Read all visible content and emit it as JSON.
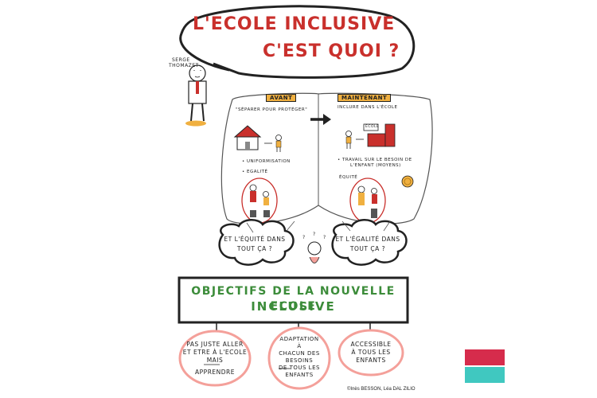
{
  "bubble": {
    "line1": "L'ECOLE INCLUSIVE",
    "line2": "C'EST QUOI ?"
  },
  "person": {
    "name_line1": "SERGE",
    "name_line2": "THOMAZET"
  },
  "before": {
    "label": "AVANT",
    "subtitle": "\"SÉPARER POUR PROTÉGER\"",
    "bullet1": "• UNIFORMISATION",
    "bullet2": "• EGALITÉ"
  },
  "now": {
    "label": "MAINTENANT",
    "subtitle": "INCLURE DANS L'ÉCOLE",
    "school_sign": "ÉCOLE",
    "bullet1_line1": "• TRAVAIL SUR LE BESOIN DE",
    "bullet1_line2": "L'ENFANT (MOYENS)",
    "bullet2": "ÉQUITÉ"
  },
  "clouds": {
    "left_line1": "ET L'ÉQUITÉ DANS",
    "left_line2": "TOUT ÇA ?",
    "right_line1": "ET L'ÉGALITÉ DANS",
    "right_line2": "TOUT ÇA ?"
  },
  "objectives": {
    "line1": "OBJECTIFS DE LA NOUVELLE ECOLE",
    "line2": "INCLUSIVE"
  },
  "circles": {
    "c1_l1": "PAS JUSTE ALLER",
    "c1_l2": "ET ETRE À L'ECOLE",
    "c1_l3": "MAIS",
    "c1_l4": "APPRENDRE",
    "c2_l1": "ADAPTATION",
    "c2_l2": "À",
    "c2_l3": "CHACUN DES",
    "c2_l4": "BESOINS",
    "c2_l5": "DE TOUS LES",
    "c2_l6": "ENFANTS",
    "c3_l1": "ACCESSIBLE",
    "c3_l2": "À TOUS LES",
    "c3_l3": "ENFANTS"
  },
  "credit": "©Inès BESSON, Léa DAL ZILIO",
  "colors": {
    "red": "#c9302c",
    "green": "#3c8c3a",
    "orange": "#f0b040",
    "pink_circle": "#f4a09a",
    "swatch_top": "#d62c4c",
    "swatch_bottom": "#40c8c0"
  }
}
